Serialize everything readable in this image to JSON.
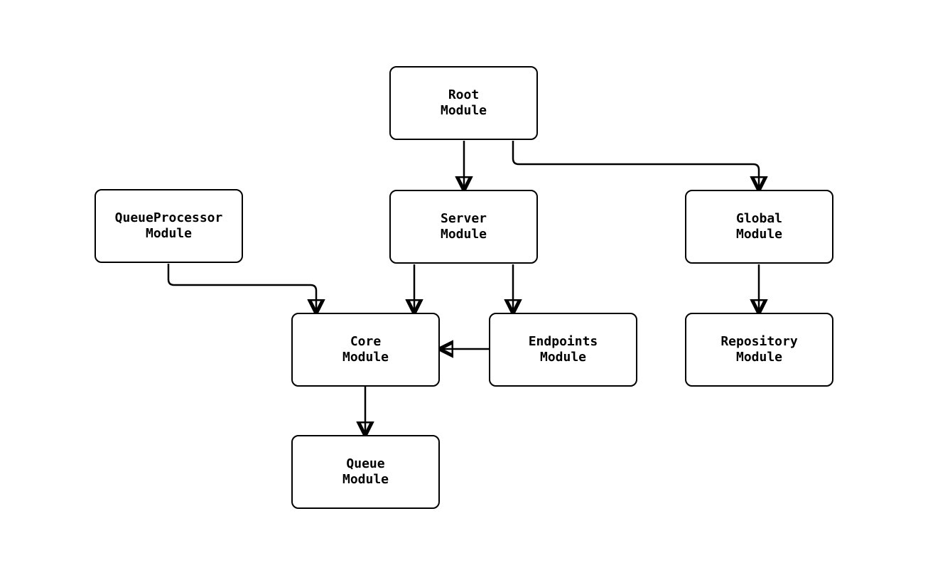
{
  "diagram": {
    "type": "flowchart",
    "background_color": "#ffffff",
    "node_fill_color": "#ffffff",
    "node_border_color": "#000000",
    "edge_color": "#000000",
    "nodes": {
      "root": {
        "line1": "Root",
        "line2": "Module"
      },
      "queueprocessor": {
        "line1": "QueueProcessor",
        "line2": "Module"
      },
      "server": {
        "line1": "Server",
        "line2": "Module"
      },
      "global": {
        "line1": "Global",
        "line2": "Module"
      },
      "core": {
        "line1": "Core",
        "line2": "Module"
      },
      "endpoints": {
        "line1": "Endpoints",
        "line2": "Module"
      },
      "repository": {
        "line1": "Repository",
        "line2": "Module"
      },
      "queue": {
        "line1": "Queue",
        "line2": "Module"
      }
    },
    "edges": [
      {
        "from": "Root Module",
        "to": "Server Module"
      },
      {
        "from": "Root Module",
        "to": "Global Module"
      },
      {
        "from": "QueueProcessor Module",
        "to": "Core Module"
      },
      {
        "from": "Server Module",
        "to": "Core Module"
      },
      {
        "from": "Server Module",
        "to": "Endpoints Module"
      },
      {
        "from": "Endpoints Module",
        "to": "Core Module"
      },
      {
        "from": "Global Module",
        "to": "Repository Module"
      },
      {
        "from": "Core Module",
        "to": "Queue Module"
      }
    ]
  }
}
